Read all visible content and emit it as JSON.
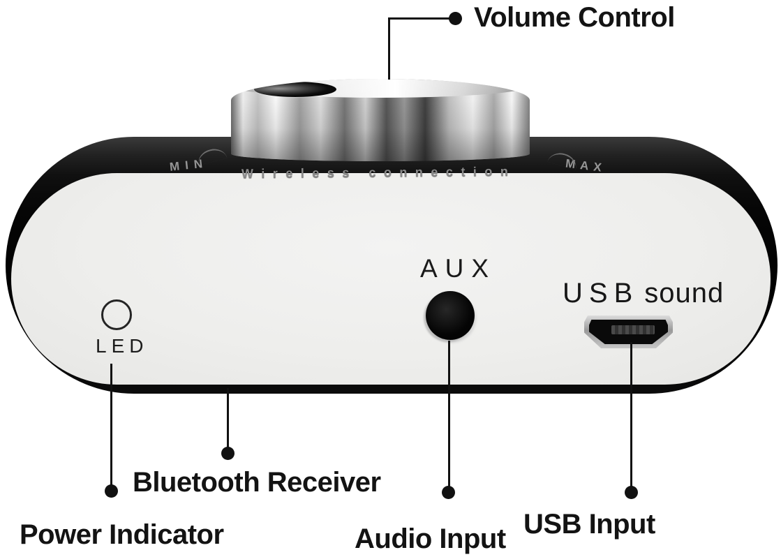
{
  "callouts": {
    "volume_control": "Volume Control",
    "power_indicator": "Power Indicator",
    "bluetooth_receiver": "Bluetooth Receiver",
    "audio_input": "Audio Input",
    "usb_input": "USB Input"
  },
  "device": {
    "top_markings": {
      "min": "MIN",
      "wireless": "Wireless connection",
      "max": "MAX"
    },
    "face": {
      "led": "LED",
      "aux": "AUX",
      "usb": "USB",
      "usb_sub": "sound"
    },
    "colors": {
      "body_black": "#0b0b0b",
      "face_white": "#efefee",
      "marking_gray": "#8d8d8d",
      "label_black": "#131313",
      "chrome_light": "#f5f5f5",
      "chrome_dark": "#3f3f3f"
    }
  }
}
